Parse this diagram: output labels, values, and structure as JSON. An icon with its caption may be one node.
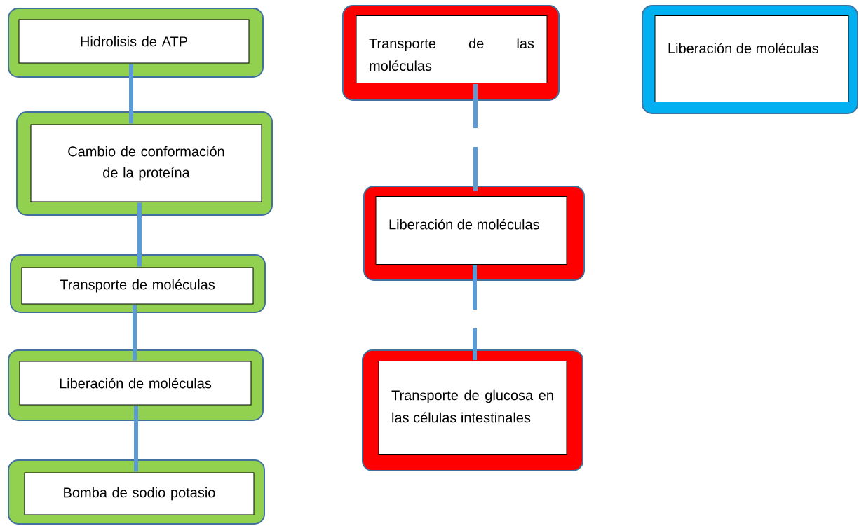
{
  "diagram": {
    "nodes": [
      {
        "text": [
          "Hidrolisis de ATP"
        ]
      },
      {
        "text": [
          "Cambio de conformación de la proteína"
        ]
      },
      {
        "text": [
          "Transporte de moléculas"
        ]
      },
      {
        "text": [
          "Liberación de moléculas"
        ]
      },
      {
        "text": [
          "Bomba de sodio potasio"
        ]
      },
      {
        "text": [
          "Transporte de las moléculas"
        ]
      },
      {
        "text": [
          "Liberación de moléculas"
        ]
      },
      {
        "text": [
          "Transporte de glucosa en las células intestinales"
        ]
      },
      {
        "text": [
          "Liberación de moléculas"
        ]
      }
    ],
    "edges": [
      {
        "from": 0,
        "to": 1,
        "arrow": "none"
      },
      {
        "from": 1,
        "to": 2,
        "arrow": "none"
      },
      {
        "from": 2,
        "to": 3,
        "arrow": "none"
      },
      {
        "from": 3,
        "to": 4,
        "arrow": "none"
      },
      {
        "from": 5,
        "to": 6,
        "arrow": "none",
        "style": "dashed"
      },
      {
        "from": 6,
        "to": 7,
        "arrow": "none",
        "style": "dashed"
      }
    ]
  }
}
